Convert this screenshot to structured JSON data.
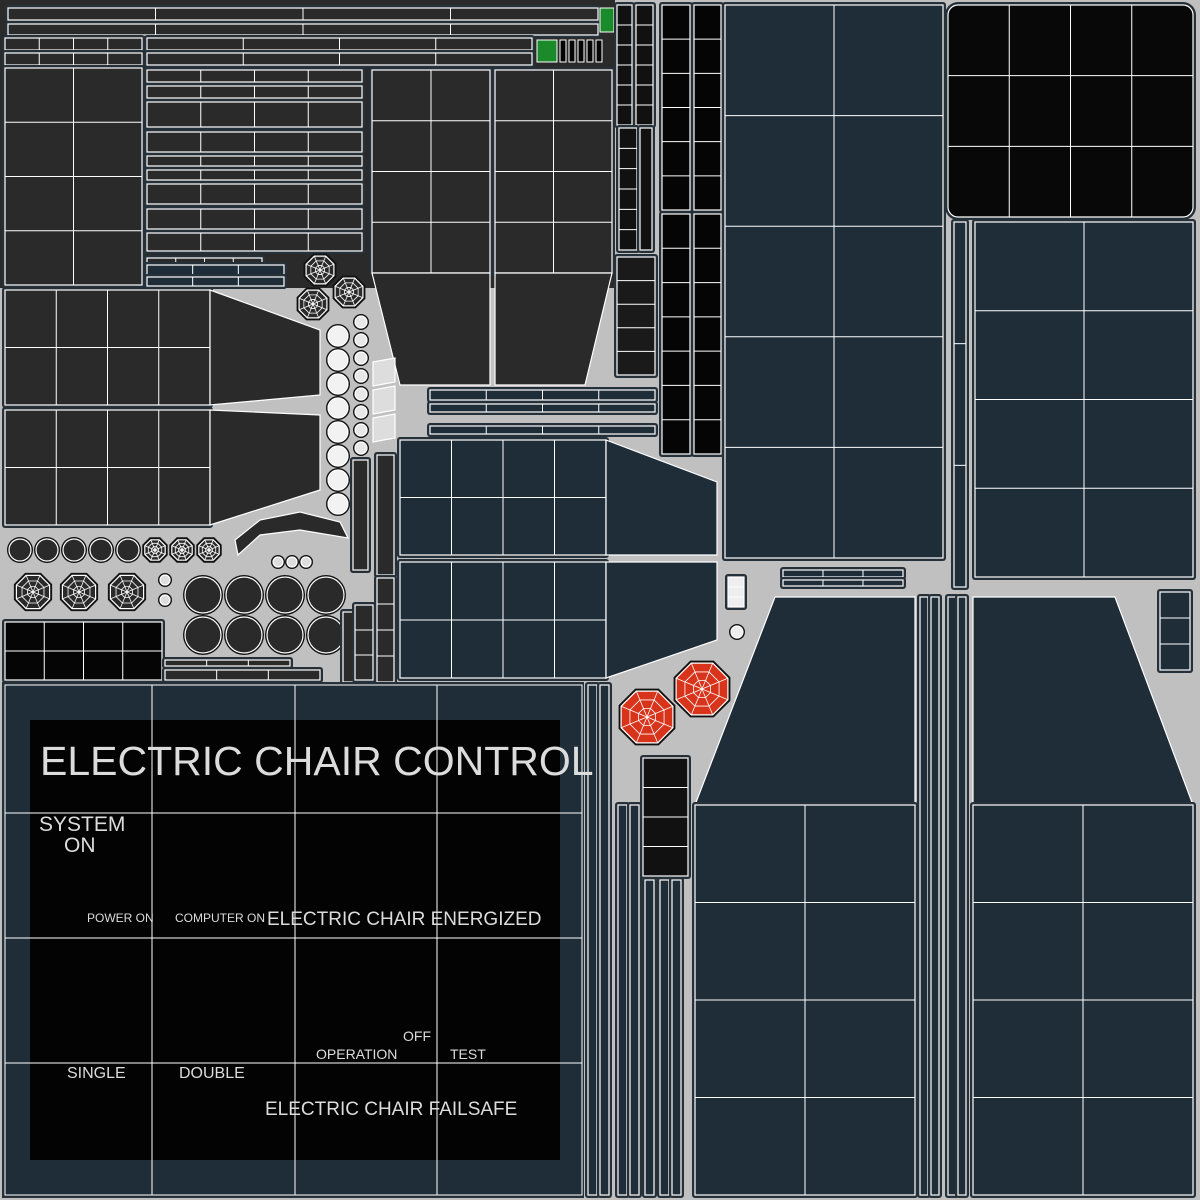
{
  "texture": {
    "title": "ELECTRIC CHAIR CONTROL",
    "system_on_line1": "SYSTEM",
    "system_on_line2": "ON",
    "power_on": "POWER ON",
    "computer_on": "COMPUTER ON",
    "energized": "ELECTRIC CHAIR ENERGIZED",
    "off": "OFF",
    "operation": "OPERATION",
    "test": "TEST",
    "single": "SINGLE",
    "double": "DOUBLE",
    "failsafe": "ELECTRIC CHAIR FAILSAFE"
  },
  "colors": {
    "background": "#c0c0c0",
    "charcoal": "#2a2a2a",
    "blue_panel": "#1f2d38",
    "black_panel": "#050505",
    "wire": "#ffffff",
    "red_button": "#d8341c",
    "green_tile": "#1a8a2a",
    "text": "#dcdcdc"
  }
}
